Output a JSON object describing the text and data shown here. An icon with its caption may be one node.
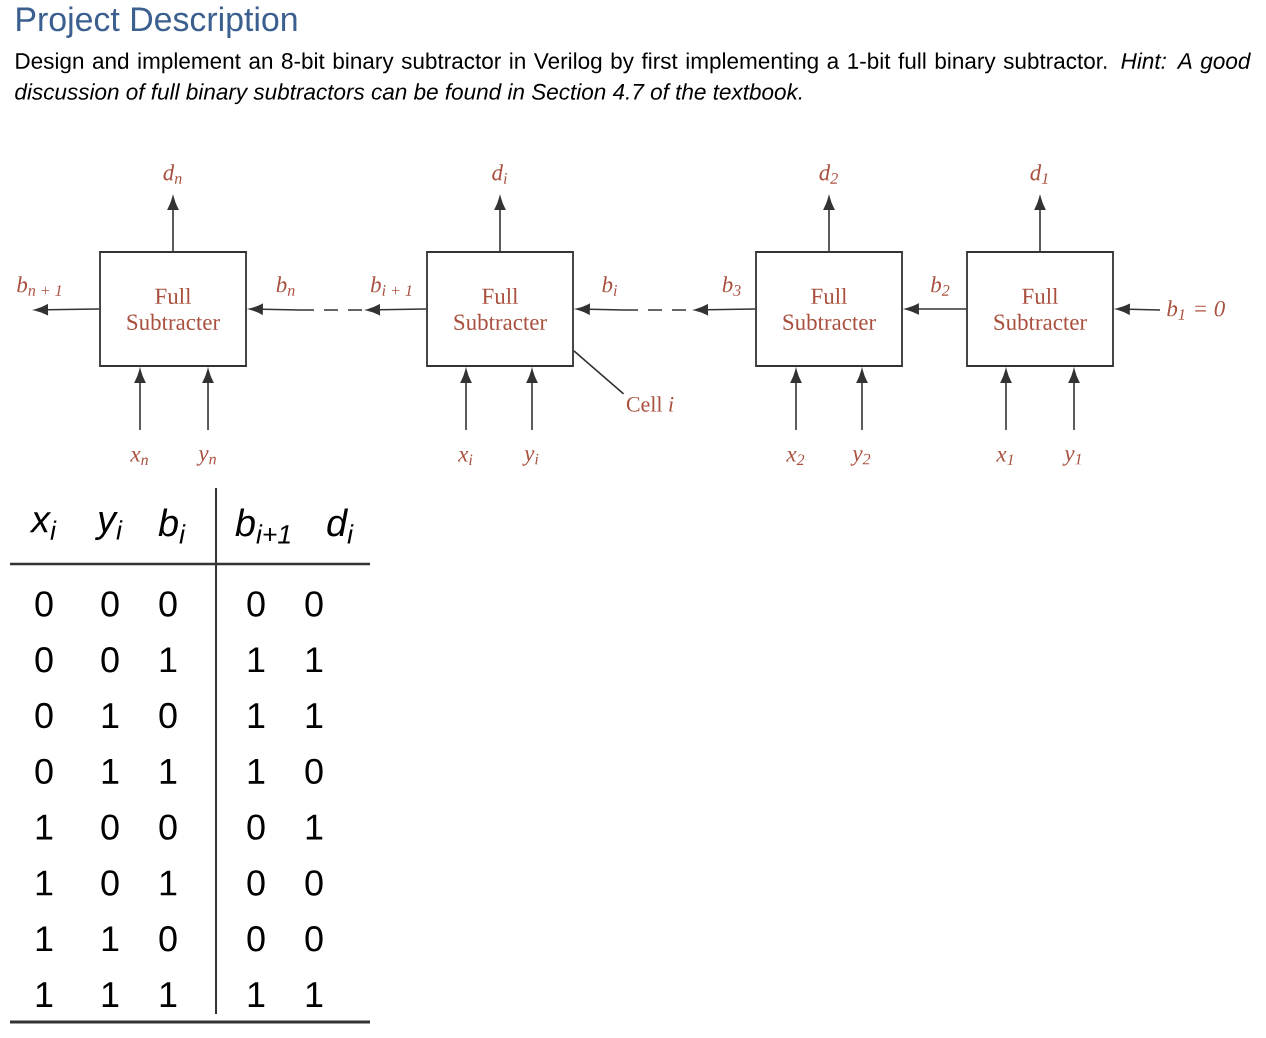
{
  "diagram": {
    "title": "Project Description",
    "nodes": [
      {
        "text": [
          "Full Subtracter"
        ]
      },
      {
        "text": [
          "Full Subtracter"
        ]
      },
      {
        "text": [
          "Full Subtracter"
        ]
      },
      {
        "text": [
          "Full Subtracter"
        ]
      },
      {
        "text": [
          "Cell *i*"
        ]
      }
    ],
    "edges": [
      {
        "from": 0,
        "to": null,
        "arrow": "to",
        "label": "d$_{n}$"
      },
      {
        "from": null,
        "to": 0,
        "arrow": "to",
        "label": "x$_{n}$"
      },
      {
        "from": null,
        "to": 0,
        "arrow": "to",
        "label": "y$_{n}$"
      },
      {
        "from": 0,
        "to": null,
        "arrow": "to",
        "label": "b$_{n + 1}$"
      },
      {
        "from": null,
        "to": 0,
        "arrow": "to",
        "label": "b$_{n}$"
      },
      {
        "from": 1,
        "to": null,
        "arrow": "to",
        "label": "d$_{i}$"
      },
      {
        "from": null,
        "to": 1,
        "arrow": "to",
        "label": "x$_{i}$"
      },
      {
        "from": null,
        "to": 1,
        "arrow": "to",
        "label": "y$_{i}$"
      },
      {
        "from": 1,
        "to": null,
        "arrow": "to",
        "label": "b$_{i + 1}$"
      },
      {
        "from": null,
        "to": 1,
        "arrow": "to",
        "label": "b$_{i}$"
      },
      {
        "from": 2,
        "to": null,
        "arrow": "to",
        "label": "d$_{2}$"
      },
      {
        "from": null,
        "to": 2,
        "arrow": "to",
        "label": "x$_{2}$"
      },
      {
        "from": null,
        "to": 2,
        "arrow": "to",
        "label": "y$_{2}$"
      },
      {
        "from": 2,
        "to": null,
        "arrow": "to",
        "label": "b$_{3}$"
      },
      {
        "from": 3,
        "to": 2,
        "arrow": "to",
        "label": "b$_{2}$"
      },
      {
        "from": 3,
        "to": null,
        "arrow": "to",
        "label": "d$_{1}$"
      },
      {
        "from": null,
        "to": 3,
        "arrow": "to",
        "label": "x$_{1}$"
      },
      {
        "from": null,
        "to": 3,
        "arrow": "to",
        "label": "y$_{1}$"
      },
      {
        "from": null,
        "to": 3,
        "arrow": "to",
        "label": "b$_{1}$ = 0"
      },
      {
        "from": 4,
        "to": 1,
        "arrow": "none"
      }
    ],
    "labels": [
      "Design and implement an 8-bit binary subtractor in Verilog by first implementing a 1-bit full binary subtractor. *Hint: A good discussion of full binary subtractors can be found in Section 4.7 of the textbook.*",
      "x$_{i}$",
      "y$_{i}$",
      "b$_{i}$",
      "b$_{i+1}$",
      "d$_{i}$",
      "0",
      "0",
      "0",
      "0",
      "0",
      "0",
      "0",
      "1",
      "1",
      "1",
      "0",
      "1",
      "0",
      "1",
      "1",
      "0",
      "1",
      "1",
      "1",
      "0",
      "1",
      "0",
      "0",
      "0",
      "1",
      "1",
      "0",
      "1",
      "0",
      "0",
      "1",
      "1",
      "0",
      "0",
      "0",
      "1",
      "1",
      "1",
      "1",
      "1"
    ]
  }
}
